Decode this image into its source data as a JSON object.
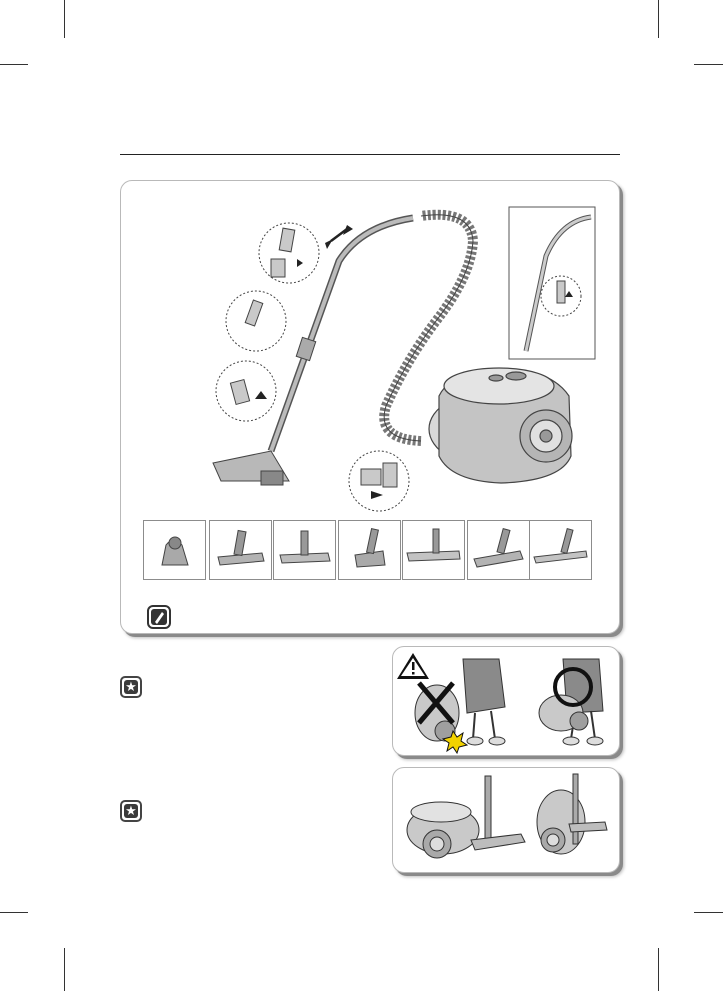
{
  "page": {
    "background": "#ffffff",
    "rule_color": "#222222"
  },
  "assembly_panel": {
    "illustration": "vacuum-cleaner-assembly",
    "attachments": [
      {
        "icon": "turbo-brush-icon"
      },
      {
        "icon": "floor-nozzle-wheels-icon"
      },
      {
        "icon": "parquet-brush-icon"
      },
      {
        "icon": "mini-turbo-brush-icon"
      },
      {
        "icon": "hard-floor-brush-icon"
      },
      {
        "icon": "floor-nozzle-icon"
      },
      {
        "icon": "slim-floor-brush-icon"
      }
    ],
    "note_icon": "note-pencil-icon"
  },
  "tip_sections": [
    {
      "icon": "star-icon",
      "illustration": "do-not-carry-by-hose-warning"
    },
    {
      "icon": "star-icon",
      "illustration": "vertical-and-horizontal-storage"
    }
  ],
  "colors": {
    "panel_border": "#b9b9b9",
    "panel_shadow": "#8a8a8a",
    "illustration_gray": "#9a9a9a",
    "warning_yellow": "#f2d200"
  }
}
